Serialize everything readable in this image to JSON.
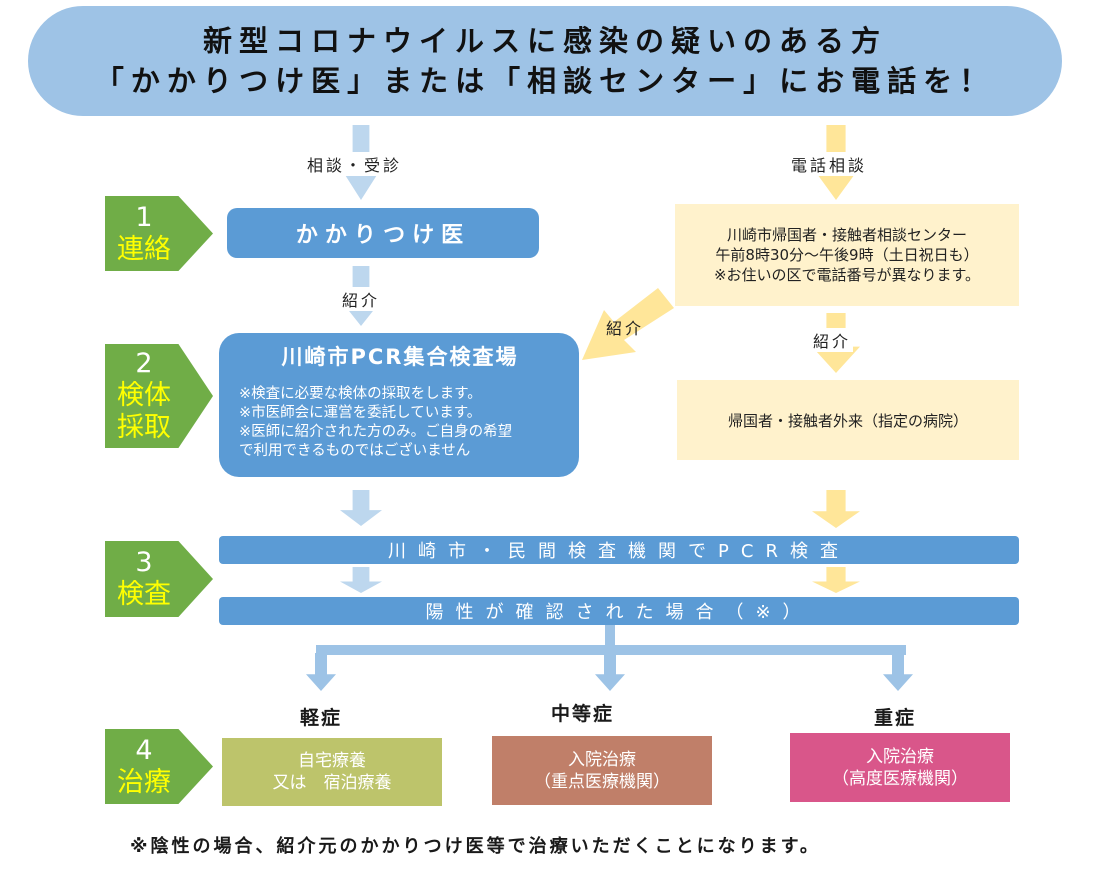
{
  "header": {
    "line1": "新型コロナウイルスに感染の疑いのある方",
    "line2": "「かかりつけ医」または「相談センター」にお電話を！"
  },
  "steps": [
    {
      "num": "1",
      "label_lines": [
        "連絡"
      ]
    },
    {
      "num": "2",
      "label_lines": [
        "検体",
        "採取"
      ]
    },
    {
      "num": "3",
      "label_lines": [
        "検査"
      ]
    },
    {
      "num": "4",
      "label_lines": [
        "治療"
      ]
    }
  ],
  "labels": {
    "consult_visit": "相談・受診",
    "phone_consult": "電話相談",
    "referral_left": "紹介",
    "referral_diag": "紹介",
    "referral_right": "紹介"
  },
  "kakaritsuke": "かかりつけ医",
  "center": {
    "line1": "川崎市帰国者・接触者相談センター",
    "line2": "午前8時30分～午後9時（土日祝日も）",
    "line3": "※お住いの区で電話番号が異なります。"
  },
  "pcr_site": {
    "title": "川崎市PCR集合検査場",
    "notes": [
      "※検査に必要な検体の採取をします。",
      "※市医師会に運営を委託しています。",
      "※医師に紹介された方のみ。ご自身の希望",
      "で利用できるものではございません"
    ]
  },
  "outpatient": "帰国者・接触者外来（指定の病院）",
  "test_bar": "川崎市・民間検査機関でPCR検査",
  "positive_bar": "陽性が確認された場合（※）",
  "severity": {
    "mild": "軽症",
    "moderate": "中等症",
    "severe": "重症"
  },
  "treatment": {
    "mild": [
      "自宅療養",
      "又は　宿泊療養"
    ],
    "moderate": [
      "入院治療",
      "（重点医療機関）"
    ],
    "severe": [
      "入院治療",
      "（高度医療機関）"
    ]
  },
  "footnote": "※陰性の場合、紹介元のかかりつけ医等で治療いただくことになります。",
  "colors": {
    "header_bg": "#9ec3e6",
    "step_bg": "#70ad47",
    "step_text": "#ffff00",
    "blue_box": "#5b9bd5",
    "cream_box": "#fff2cc",
    "blue_arrow": "#bdd7ee",
    "yellow_arrow": "#ffe699",
    "mild": "#bdc46b",
    "moderate": "#c07f69",
    "severe": "#d9568a"
  }
}
